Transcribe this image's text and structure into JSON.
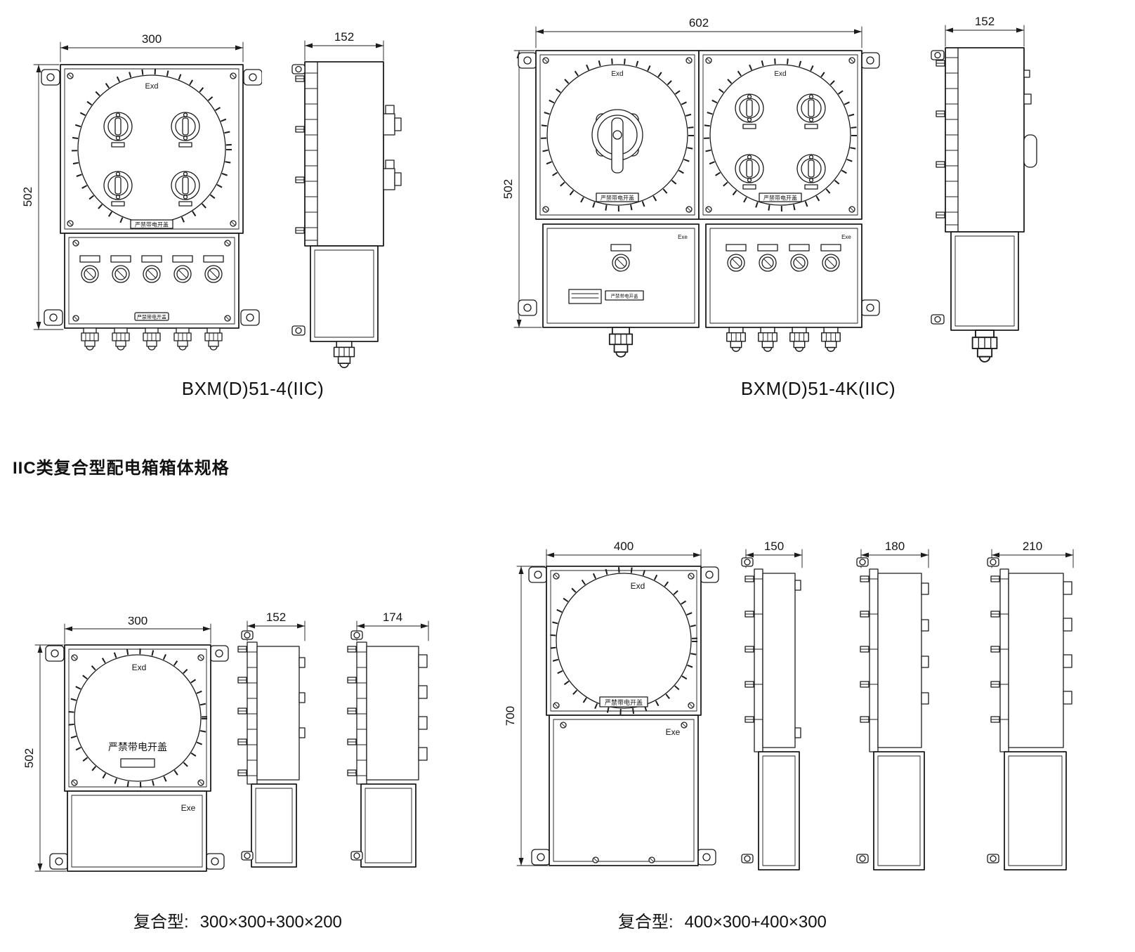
{
  "colors": {
    "line": "#1c1c1c",
    "background": "#ffffff"
  },
  "section_title": "IIC类复合型配电箱箱体规格",
  "models": {
    "a": {
      "caption": "BXM(D)51-4(IIC)",
      "front": {
        "width": "300",
        "height": "502",
        "exd_mark": "Exd",
        "warning": "严禁带电开盖"
      },
      "side": {
        "depth": "152"
      }
    },
    "b": {
      "caption": "BXM(D)51-4K(IIC)",
      "front": {
        "width": "602",
        "height": "502",
        "exd_mark": "Exd",
        "exe_mark": "Exe",
        "warning": "严禁带电开盖"
      },
      "side": {
        "depth": "152"
      }
    },
    "c": {
      "caption_prefix": "复合型:",
      "caption_size": "300×300+300×200",
      "front": {
        "width": "300",
        "height": "502",
        "exd_mark": "Exd",
        "exe_mark": "Exe",
        "warning": "严禁带电开盖"
      },
      "side1": {
        "depth": "152"
      },
      "side2": {
        "depth": "174"
      }
    },
    "d": {
      "caption_prefix": "复合型:",
      "caption_size": "400×300+400×300",
      "front": {
        "width": "400",
        "height": "700",
        "exd_mark": "Exd",
        "exe_mark": "Exe",
        "warning": "严禁带电开盖"
      },
      "side1": {
        "depth": "150"
      },
      "side2": {
        "depth": "180"
      },
      "side3": {
        "depth": "210"
      }
    }
  }
}
